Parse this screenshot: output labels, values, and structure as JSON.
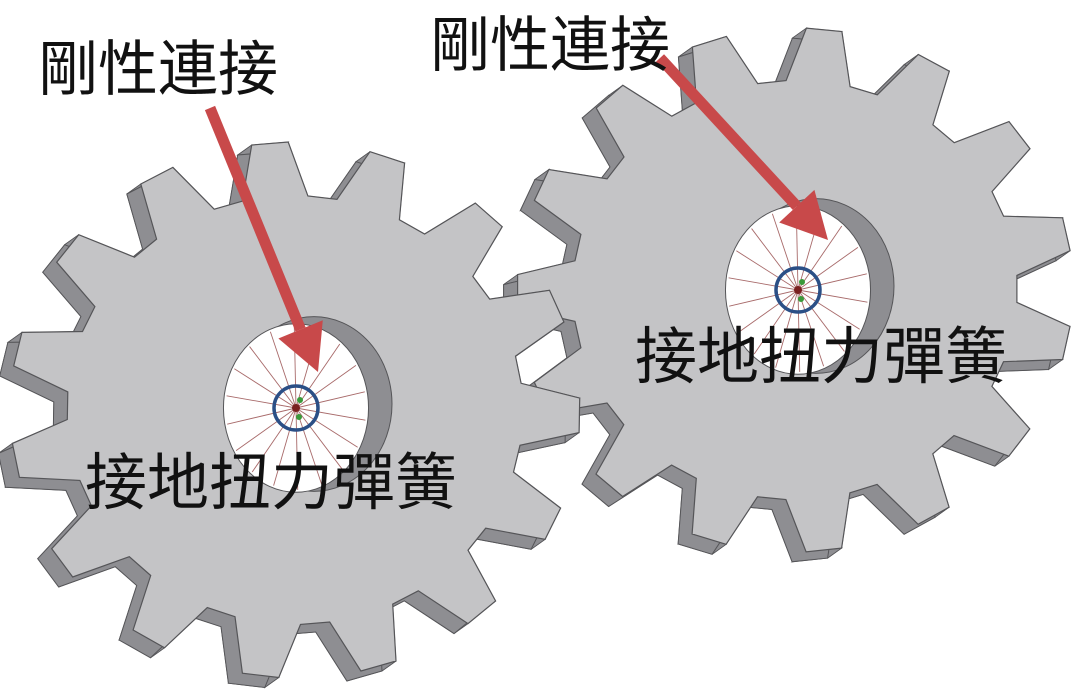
{
  "colors": {
    "gear_face": "#c4c4c6",
    "gear_side": "#8e8e92",
    "gear_outline": "#555558",
    "arrow": "#c8494a",
    "marker_circle": "#2b4f86",
    "spring_lines": "#a86a6a"
  },
  "annotations": {
    "left_gear": {
      "rigid_connection": "剛性連接",
      "grounded_torsion_spring": "接地扭力彈簧"
    },
    "right_gear": {
      "rigid_connection": "剛性連接",
      "grounded_torsion_spring": "接地扭力彈簧"
    }
  },
  "gears": [
    {
      "name": "left-gear",
      "teeth": 15
    },
    {
      "name": "right-gear",
      "teeth": 15
    }
  ]
}
